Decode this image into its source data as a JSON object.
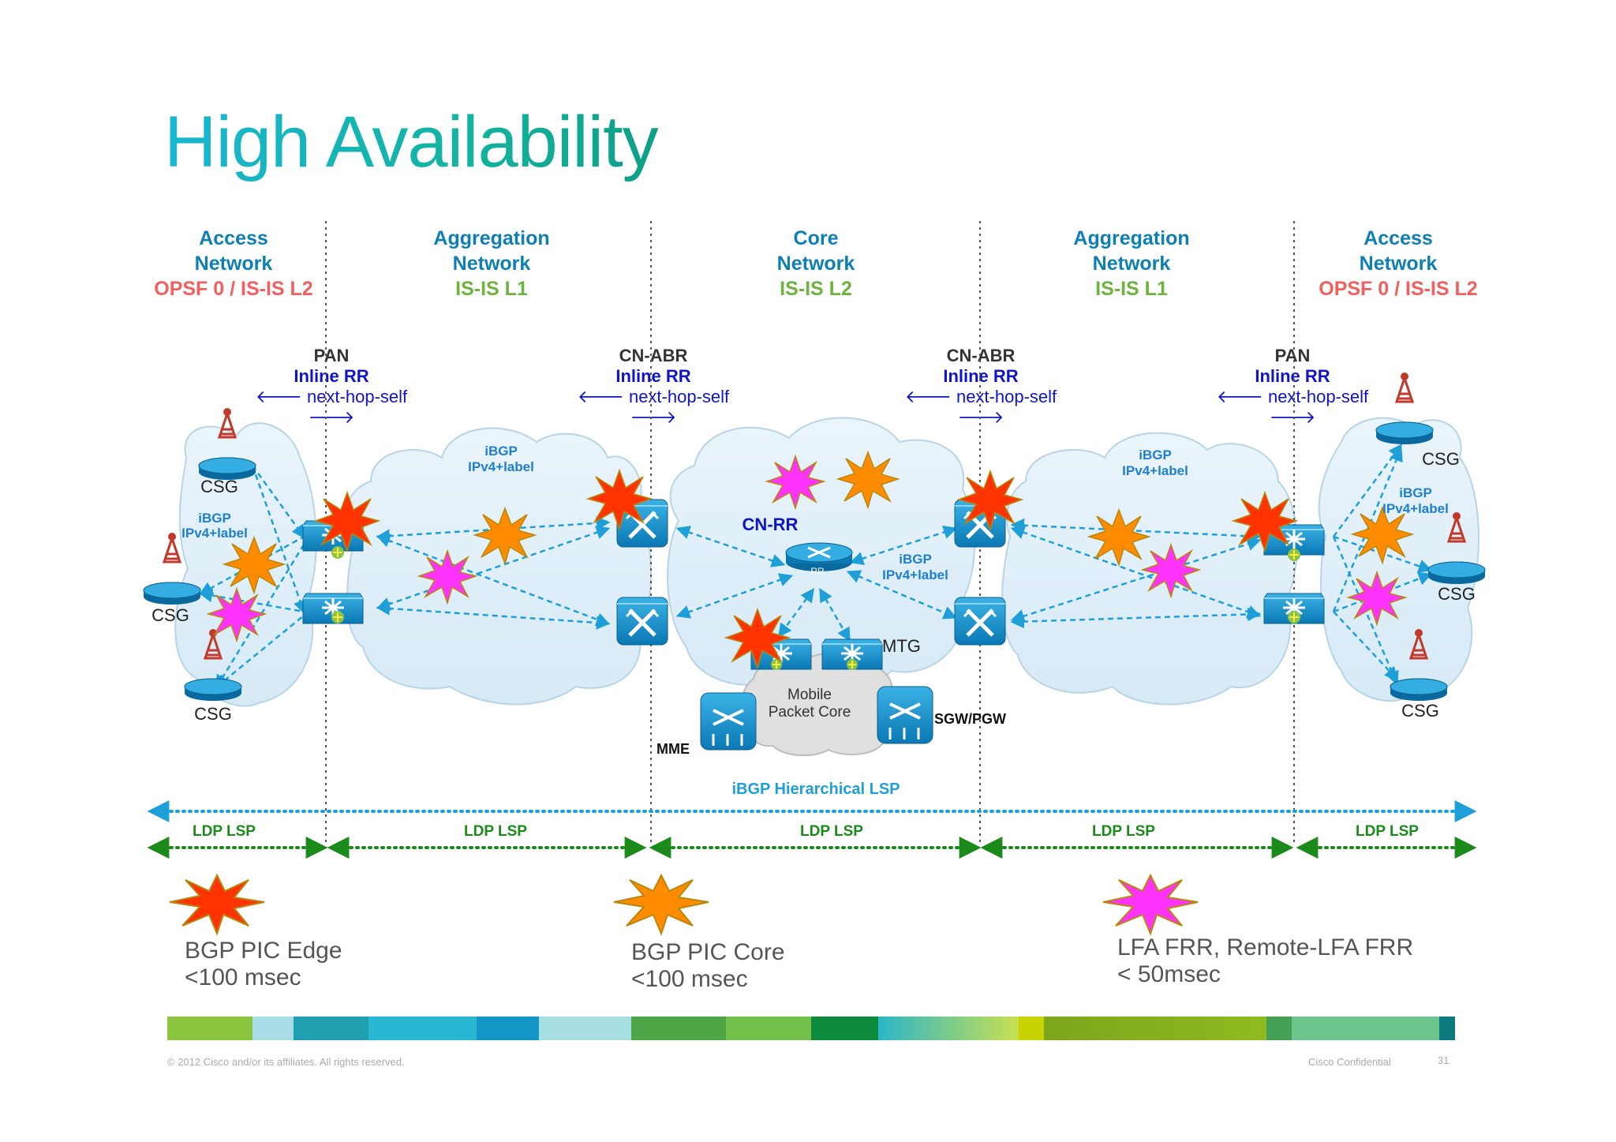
{
  "title": "High Availability",
  "zones": [
    {
      "n1": "Access",
      "n2": "Network",
      "proto": "OPSF 0 / IS-IS L2"
    },
    {
      "n1": "Aggregation",
      "n2": "Network",
      "proto": "IS-IS L1"
    },
    {
      "n1": "Core",
      "n2": "Network",
      "proto": "IS-IS L2"
    },
    {
      "n1": "Aggregation",
      "n2": "Network",
      "proto": "IS-IS L1"
    },
    {
      "n1": "Access",
      "n2": "Network",
      "proto": "OPSF 0 / IS-IS L2"
    }
  ],
  "border_routers": [
    {
      "role": "PAN",
      "rr": "Inline RR",
      "nhs": "🡐 next-hop-self 🡒"
    },
    {
      "role": "CN-ABR",
      "rr": "Inline RR",
      "nhs": "🡐 next-hop-self 🡒"
    },
    {
      "role": "CN-ABR",
      "rr": "Inline RR",
      "nhs": "🡐 next-hop-self 🡒"
    },
    {
      "role": "PAN",
      "rr": "Inline RR",
      "nhs": "🡐 next-hop-self 🡒"
    }
  ],
  "labels": {
    "csg": "CSG",
    "ibgp": "iBGP",
    "ipv4label": "IPv4+label",
    "cn_rr": "CN-RR",
    "rr_device": "RR",
    "mtg": "MTG",
    "mme": "MME",
    "sgw_pgw": "SGW/PGW",
    "mpc_line1": "Mobile",
    "mpc_line2": "Packet Core",
    "hier_lsp": "iBGP  Hierarchical LSP",
    "ldp_lsp": "LDP LSP"
  },
  "legend": [
    {
      "line1": "BGP PIC Edge",
      "line2": "<100 msec",
      "burst": "red"
    },
    {
      "line1": "BGP PIC Core",
      "line2": "<100 msec",
      "burst": "orange"
    },
    {
      "line1": "LFA FRR, Remote-LFA FRR",
      "line2": "< 50msec",
      "burst": "magenta"
    }
  ],
  "colors": {
    "burst_red": "#ff3300",
    "burst_orange": "#ff8c00",
    "burst_magenta": "#ff33ff",
    "zone_blue": "#0d7fb3",
    "proto_red": "#f25f5f",
    "proto_green": "#6db33f",
    "inline_rr_blue": "#1014c8",
    "ldp_green": "#1a8a1a",
    "lsp_blue": "#1e9fd8"
  },
  "footer": {
    "copyright": "© 2012 Cisco and/or its affiliates. All rights reserved.",
    "confidential": "Cisco Confidential",
    "page": "31"
  }
}
